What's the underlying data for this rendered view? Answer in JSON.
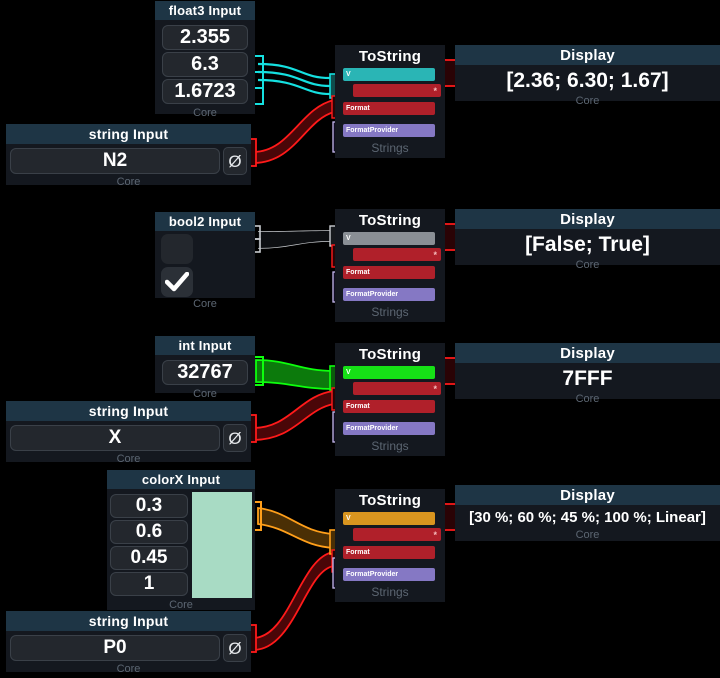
{
  "app": {
    "background": "#000000",
    "node_bg": "#14181f",
    "header_bg": "#1e3545",
    "footer_label": "Core",
    "strings_label": "Strings"
  },
  "palette": {
    "teal": "#2ab5b5",
    "green": "#16e016",
    "grey": "#8a8f95",
    "orange": "#d9951f",
    "red": "#b0202a",
    "purple": "#8578c4",
    "swatch_mint": "#a8dbc4",
    "wire_red": "#ff1a1a",
    "wire_teal": "#15e0e0",
    "wire_green": "#0dff0d",
    "wire_orange": "#ff9f1a",
    "wire_grey": "#c9ccd0"
  },
  "rows": [
    {
      "id": "row-float3",
      "input": {
        "title": "float3 Input",
        "footer": "Core",
        "values": [
          "2.355",
          "6.3",
          "1.6723"
        ]
      },
      "string_input": {
        "title": "string Input",
        "value": "N2",
        "placeholder": "",
        "null_icon": "null-set-icon",
        "footer": "Core"
      },
      "tostring": {
        "title": "ToString",
        "footer": "Strings",
        "ports": {
          "v": "V",
          "out": "*",
          "format": "Format",
          "provider": "FormatProvider"
        }
      },
      "display": {
        "title": "Display",
        "value": "[2.36; 6.30; 1.67]",
        "footer": "Core"
      }
    },
    {
      "id": "row-bool2",
      "input": {
        "title": "bool2 Input",
        "footer": "Core",
        "checks": [
          false,
          true
        ]
      },
      "tostring": {
        "title": "ToString",
        "footer": "Strings",
        "ports": {
          "v": "V",
          "out": "*",
          "format": "Format",
          "provider": "FormatProvider"
        }
      },
      "display": {
        "title": "Display",
        "value": "[False; True]",
        "footer": "Core"
      }
    },
    {
      "id": "row-int",
      "input": {
        "title": "int Input",
        "footer": "Core",
        "values": [
          "32767"
        ]
      },
      "string_input": {
        "title": "string Input",
        "value": "X",
        "placeholder": "",
        "null_icon": "null-set-icon",
        "footer": "Core"
      },
      "tostring": {
        "title": "ToString",
        "footer": "Strings",
        "ports": {
          "v": "V",
          "out": "*",
          "format": "Format",
          "provider": "FormatProvider"
        }
      },
      "display": {
        "title": "Display",
        "value": "7FFF",
        "footer": "Core"
      }
    },
    {
      "id": "row-colorx",
      "input": {
        "title": "colorX Input",
        "footer": "Core",
        "values": [
          "0.3",
          "0.6",
          "0.45",
          "1"
        ],
        "swatch": "#a8dbc4"
      },
      "string_input": {
        "title": "string Input",
        "value": "P0",
        "placeholder": "",
        "null_icon": "null-set-icon",
        "footer": "Core"
      },
      "tostring": {
        "title": "ToString",
        "footer": "Strings",
        "ports": {
          "v": "V",
          "out": "*",
          "format": "Format",
          "provider": "FormatProvider"
        }
      },
      "display": {
        "title": "Display",
        "value": "[30 %; 60 %; 45 %; 100 %; Linear]",
        "footer": "Core"
      }
    }
  ]
}
